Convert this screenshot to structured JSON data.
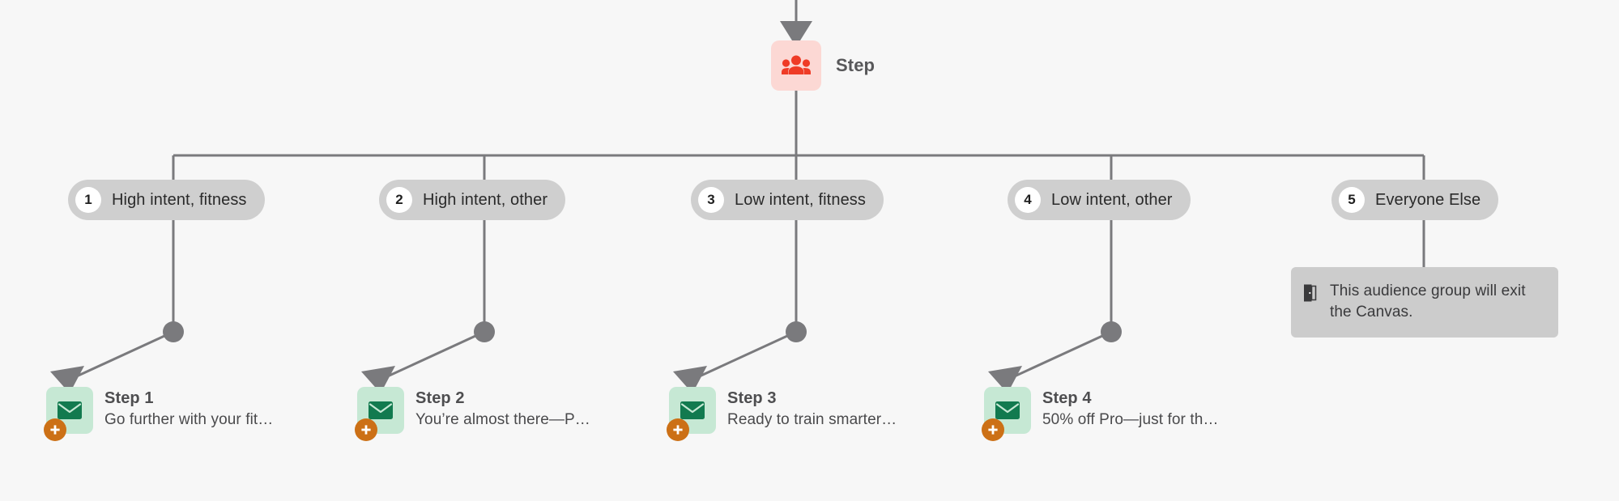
{
  "canvas": {
    "background_color": "#f7f7f7",
    "connector_color": "#7a7a7d"
  },
  "top_node": {
    "label": "Step",
    "icon": "audience-group-icon",
    "tile_color": "#fcd8d4",
    "icon_color": "#ef3b26"
  },
  "branches": [
    {
      "number": "1",
      "label": "High intent, fitness"
    },
    {
      "number": "2",
      "label": "High intent, other"
    },
    {
      "number": "3",
      "label": "Low intent, fitness"
    },
    {
      "number": "4",
      "label": "Low intent, other"
    },
    {
      "number": "5",
      "label": "Everyone Else"
    }
  ],
  "messages": [
    {
      "title": "Step 1",
      "subtitle": "Go further with your fit…",
      "icon": "email-envelope-icon",
      "badge_icon": "plus-icon"
    },
    {
      "title": "Step 2",
      "subtitle": "You’re almost there—P…",
      "icon": "email-envelope-icon",
      "badge_icon": "plus-icon"
    },
    {
      "title": "Step 3",
      "subtitle": "Ready to train smarter…",
      "icon": "email-envelope-icon",
      "badge_icon": "plus-icon"
    },
    {
      "title": "Step 4",
      "subtitle": "50% off Pro—just for th…",
      "icon": "email-envelope-icon",
      "badge_icon": "plus-icon"
    }
  ],
  "exit_card": {
    "text": "This audience group will exit the Canvas.",
    "icon": "exit-door-icon",
    "background_color": "#cccccc"
  },
  "colors": {
    "pill_background": "#cfcfcf",
    "email_tile": "#c6e8d4",
    "email_icon": "#127a4f",
    "plus_badge": "#cc7016"
  }
}
